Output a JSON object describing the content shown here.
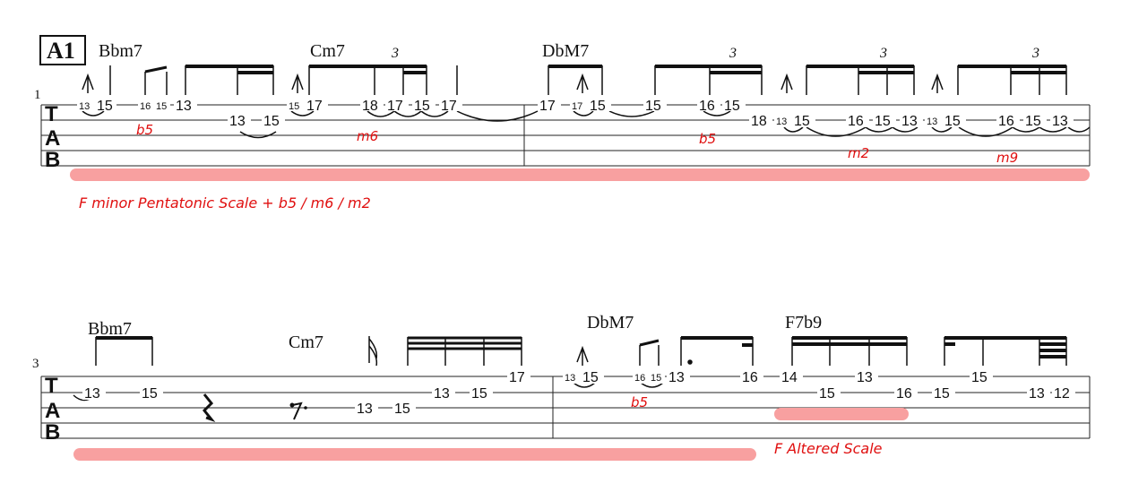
{
  "section_label": "A1",
  "tab_clef": {
    "t": "T",
    "a": "A",
    "b": "B"
  },
  "systems": [
    {
      "measure_number": "1",
      "chords": [
        "Bbm7",
        "Cm7",
        "DbM7"
      ],
      "triplet_marks": [
        "3",
        "3",
        "3",
        "3"
      ],
      "string1": [
        "13",
        "15",
        "16",
        "15",
        "13",
        "15",
        "17",
        "18",
        "17",
        "15",
        "17",
        "17",
        "17",
        "15",
        "15",
        "16",
        "15"
      ],
      "string2": [
        "13",
        "15",
        "18",
        "13",
        "15",
        "16",
        "15",
        "13",
        "13",
        "15",
        "16",
        "15",
        "13"
      ],
      "annotations": [
        "b5",
        "m6",
        "b5",
        "m2",
        "m9"
      ],
      "highlight_note": "F minor Pentatonic Scale + b5 / m6 / m2"
    },
    {
      "measure_number": "3",
      "chords": [
        "Bbm7",
        "Cm7",
        "DbM7",
        "F7b9"
      ],
      "string1_left": [
        "13",
        "15"
      ],
      "string3_left": [
        "13",
        "15"
      ],
      "string2_left": [
        "13",
        "15"
      ],
      "string1_top": [
        "17"
      ],
      "string1_right": [
        "13",
        "15",
        "16",
        "15",
        "13",
        "16",
        "14",
        "13",
        "15"
      ],
      "string2_right": [
        "15",
        "16",
        "15",
        "13",
        "12"
      ],
      "annotations": [
        "b5"
      ],
      "highlight_note": "F Altered Scale"
    }
  ],
  "colors": {
    "highlight": "#f8a0a0",
    "annotation": "#e01010",
    "ink": "#111111"
  }
}
